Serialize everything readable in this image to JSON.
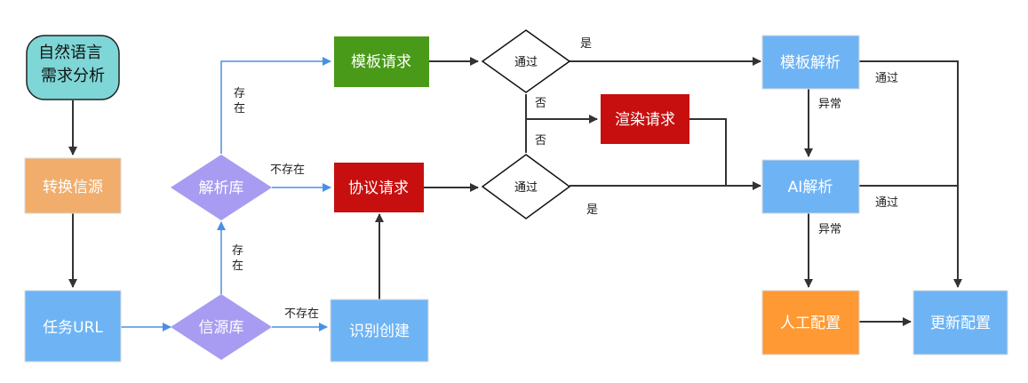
{
  "colors": {
    "teal": "#7ed6d6",
    "orange_light": "#f0ad6c",
    "blue": "#6eb4f5",
    "purple": "#a79cf1",
    "green": "#4a9a1a",
    "red": "#c70f0f",
    "orange": "#ff9933",
    "arrow_dark": "#333333",
    "arrow_blue": "#4a90e2"
  },
  "nodes": {
    "start": "自然语言需求分析",
    "convert": "转换信源",
    "task_url": "任务URL",
    "source_db": "信源库",
    "parse_db": "解析库",
    "identify_create": "识别创建",
    "template_request": "模板请求",
    "protocol_request": "协议请求",
    "render_request": "渲染请求",
    "check_template": "通过",
    "check_protocol": "通过",
    "template_parse": "模板解析",
    "ai_parse": "AI解析",
    "manual_config": "人工配置",
    "update_config": "更新配置"
  },
  "edge_labels": {
    "source_exists": "存在",
    "source_not_exists": "不存在",
    "parse_exists": "存在",
    "parse_not_exists": "不存在",
    "template_yes": "是",
    "template_no": "否",
    "protocol_no": "否",
    "protocol_yes": "是",
    "template_pass": "通过",
    "template_abnormal": "异常",
    "ai_pass": "通过",
    "ai_abnormal": "异常"
  }
}
